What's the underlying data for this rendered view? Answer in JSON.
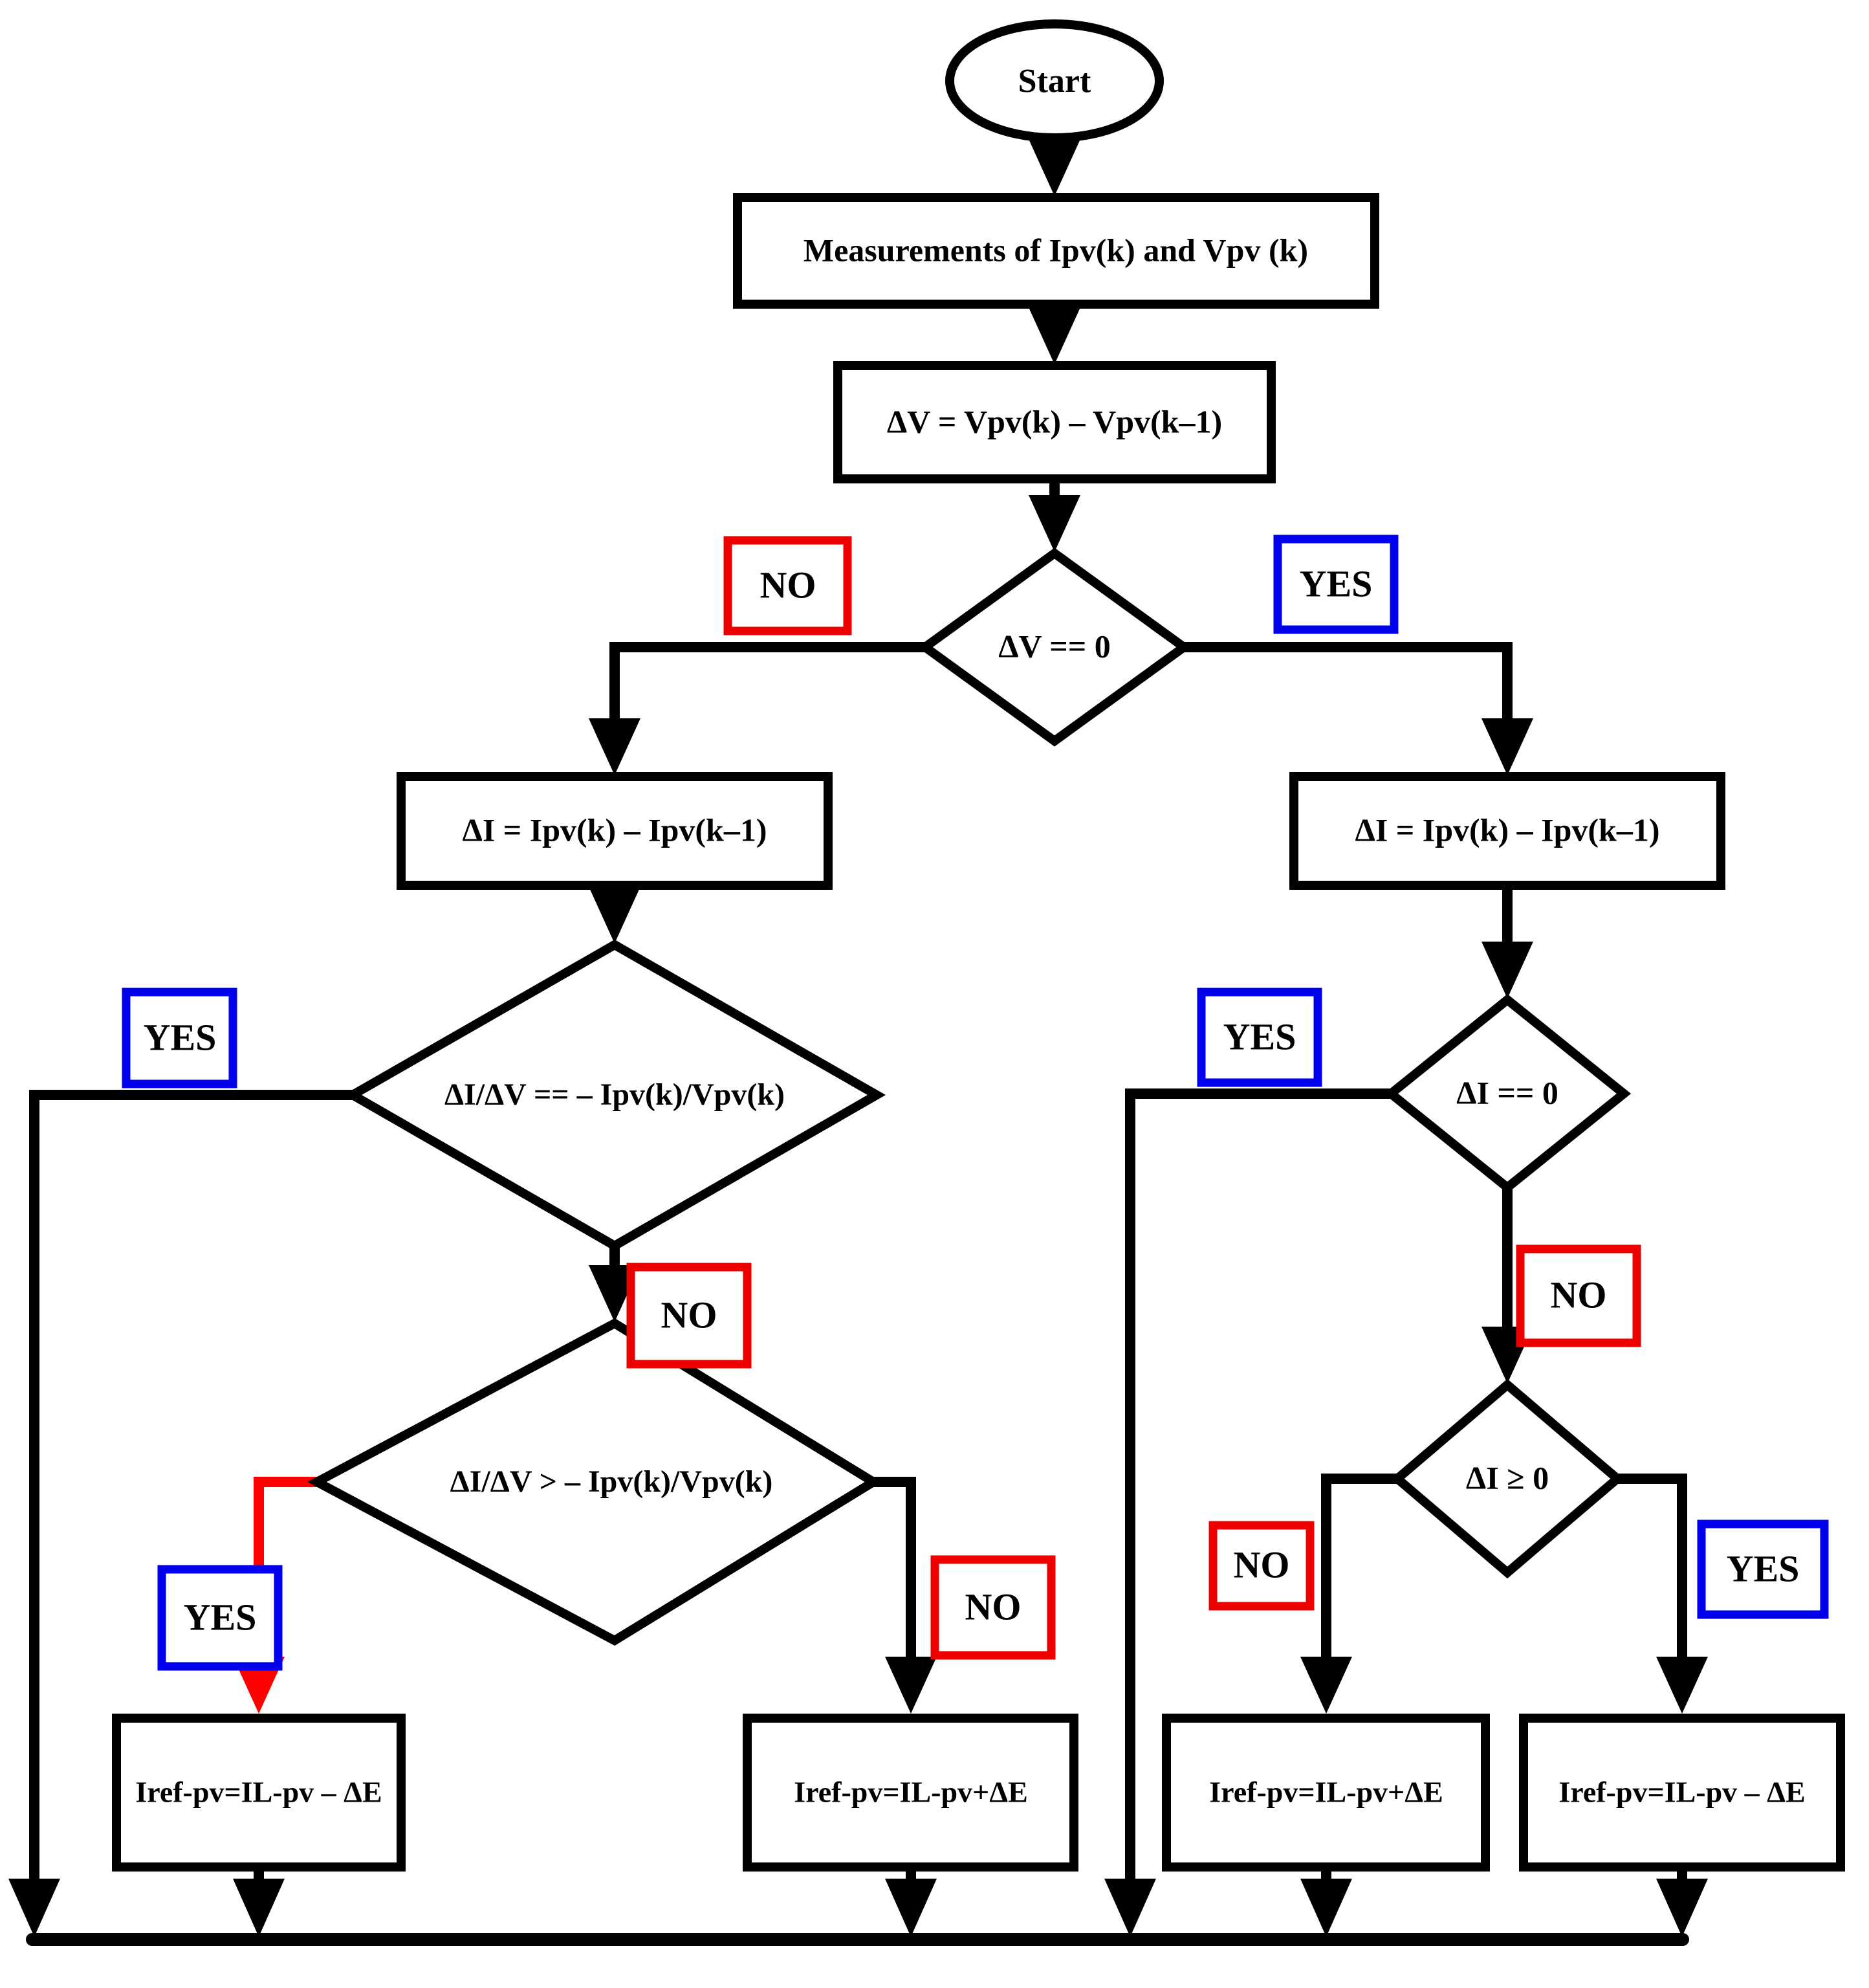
{
  "diagram": {
    "type": "flowchart",
    "colors": {
      "line": "#000000",
      "yes": "#0000EE",
      "no": "#EE0000",
      "highlight": "#FF0000"
    },
    "nodes": {
      "start": "Start",
      "measure": "Measurements of Ipv(k) and Vpv (k)",
      "delta_v": "ΔV = Vpv(k) – Vpv(k–1)",
      "dv_zero": "ΔV == 0",
      "delta_i_left": "ΔI = Ipv(k) – Ipv(k–1)",
      "delta_i_right": "ΔI = Ipv(k) – Ipv(k–1)",
      "slope_equal": "ΔI/ΔV == – Ipv(k)/Vpv(k)",
      "slope_greater": "ΔI/ΔV > – Ipv(k)/Vpv(k)",
      "di_zero": "ΔI == 0",
      "di_ge_zero": "ΔI ≥ 0",
      "out_minus_left": "Iref-pv=IL-pv – ΔE",
      "out_plus_mid": "Iref-pv=IL-pv+ΔE",
      "out_plus_right": "Iref-pv=IL-pv+ΔE",
      "out_minus_right": "Iref-pv=IL-pv – ΔE"
    },
    "labels": {
      "yes": "YES",
      "no": "NO"
    }
  }
}
